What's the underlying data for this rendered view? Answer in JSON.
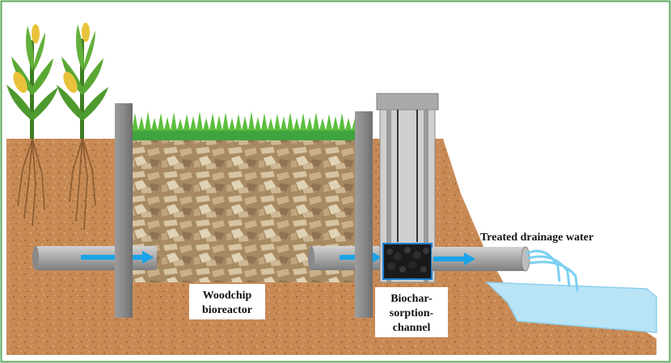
{
  "labels": {
    "woodchip_line1": "Woodchip",
    "woodchip_line2": "bioreactor",
    "biochar_line1": "Biochar-",
    "biochar_line2": "sorption-",
    "biochar_line3": "channel",
    "treated_water": "Treated drainage water"
  },
  "colors": {
    "frame": "#5aa85a",
    "soil": "#c88a55",
    "woodchip": "#b89a72",
    "grass": "#3fa33f",
    "pipe": "#a8a8a8",
    "post": "#8e8e8e",
    "flow_arrow": "#1aa3e8",
    "water": "#b8e4f6",
    "biochar": "#1a1a1a",
    "crop_leaf": "#4e9a2e",
    "corn": "#e8c23a"
  },
  "icons": [
    "corn-plant-icon",
    "flow-arrow-icon",
    "grass-icon",
    "water-stream-icon"
  ]
}
